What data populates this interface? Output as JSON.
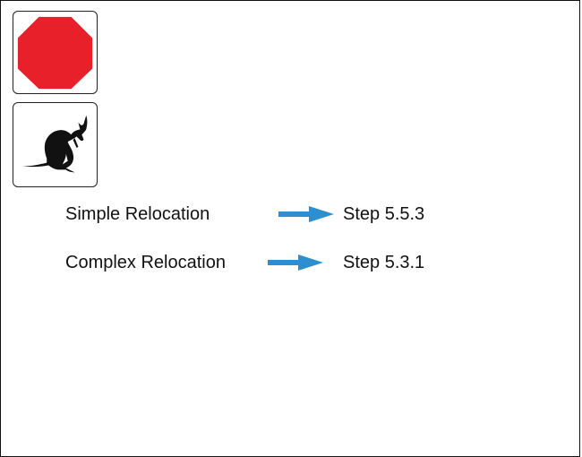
{
  "icons": {
    "stop": "stop-sign-icon",
    "animal": "kangaroo-icon"
  },
  "colors": {
    "stop_red": "#e8202a",
    "arrow_blue": "#2d8fd0",
    "silhouette": "#111111"
  },
  "relocations": [
    {
      "label": "Simple Relocation",
      "step": "Step 5.5.3"
    },
    {
      "label": "Complex Relocation",
      "step": "Step 5.3.1"
    }
  ]
}
